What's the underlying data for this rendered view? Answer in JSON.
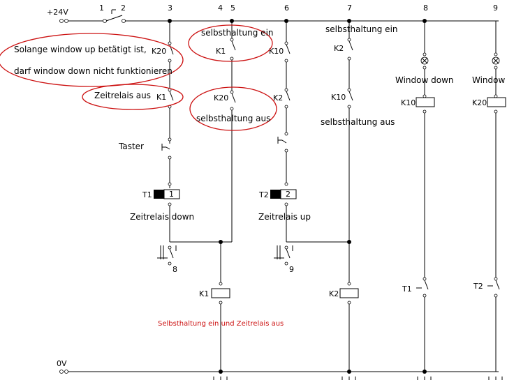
{
  "supply": {
    "plus": "+24V",
    "ground": "0V"
  },
  "columns": [
    "1",
    "2",
    "3",
    "4",
    "5",
    "6",
    "7",
    "8",
    "9"
  ],
  "notes": {
    "solange_line1": "Solange window up betätigt ist,",
    "solange_line2": "darf window down nicht funktionieren",
    "zeitrelais_aus": "Zeitrelais  aus",
    "selbsthaltung_ein_a": "selbsthaltung  ein",
    "selbsthaltung_aus_a": "selbsthaltung  aus",
    "selbsthaltung_ein_b": "selbsthaltung  ein",
    "selbsthaltung_aus_b": "selbsthaltung  aus",
    "bottom_note": "Selbsthaltung ein und Zeitrelais aus"
  },
  "contacts": {
    "k20_col3": "K20",
    "k1_col3": "K1",
    "k1_col5": "K1",
    "k20_col5": "K20",
    "k10_col6": "K10",
    "k2_col6": "K2",
    "k2_col7": "K2",
    "k10_col7": "K10",
    "t1_col8": "T1",
    "t2_col9": "T2"
  },
  "taster": "Taster",
  "timers": {
    "t1": {
      "label": "T1",
      "number": "1",
      "caption": "Zeitrelais  down",
      "contact_number": "8"
    },
    "t2": {
      "label": "T2",
      "number": "2",
      "caption": "Zeitrelais  up",
      "contact_number": "9"
    }
  },
  "coils": {
    "k1": "K1",
    "k2": "K2",
    "k10": "K10",
    "k20": "K20"
  },
  "lamps": {
    "down": "Window  down",
    "up": "Window"
  }
}
